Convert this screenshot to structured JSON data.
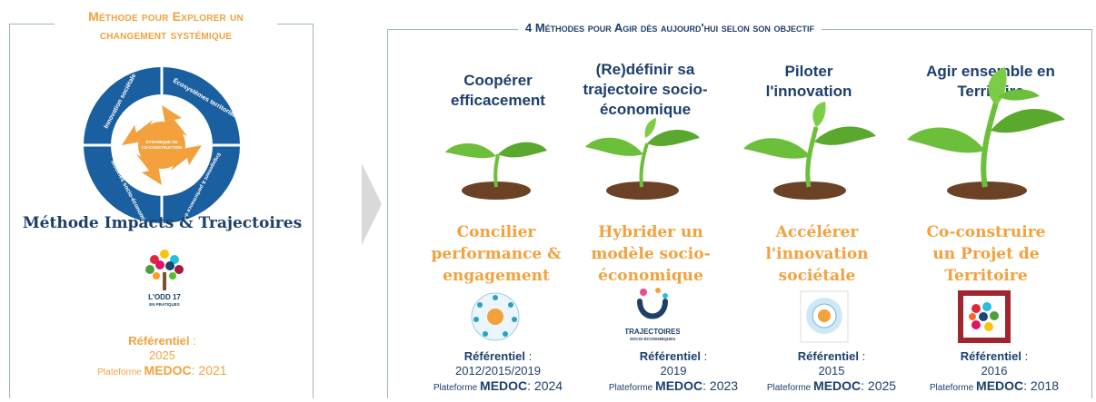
{
  "left_panel": {
    "title_line1": "Méthode pour Explorer un",
    "title_line2": "changement systémique",
    "wheel": {
      "center_line1": "DYNAMIQUE DE",
      "center_line2": "CO-CONSTRUCTION",
      "segments": [
        "Innovation sociétale",
        "Écosystèmes territoriaux",
        "Engagement & performance des organisations",
        "Modèles socio-économiques hybrides"
      ]
    },
    "method_name": "Méthode Impacts & Trajectoires",
    "logo_text_line1": "L'ODD 17",
    "logo_text_line2": "EN PRATIQUES",
    "ref_label": "Référentiel",
    "ref_year": "2025",
    "platform_prefix": "Plateforme",
    "platform_name": "MEDOC",
    "platform_year": ": 2021"
  },
  "right_panel": {
    "title": "4 Méthodes pour Agir dès aujourd'hui selon son objectif",
    "columns": [
      {
        "title": "Coopérer efficacement",
        "subtitle": "Concilier performance & engagement",
        "ref_label": "Référentiel",
        "ref_years": "2012/2015/2019",
        "platform_prefix": "Plateforme",
        "platform_name": "MEDOC",
        "platform_year": ": 2024"
      },
      {
        "title": "(Re)définir sa trajectoire socio-économique",
        "subtitle": "Hybrider un modèle socio-économique",
        "logo_text_line1": "TRAJECTOIRES",
        "logo_text_line2": "SOCIO-ÉCONOMIQUES",
        "ref_label": "Référentiel",
        "ref_years": "2019",
        "platform_prefix": "Plateforme",
        "platform_name": "MEDOC",
        "platform_year": ": 2023"
      },
      {
        "title": "Piloter l'innovation",
        "subtitle": "Accélérer l'innovation sociétale",
        "ref_label": "Référentiel",
        "ref_years": "2015",
        "platform_prefix": "Plateforme",
        "platform_name": "MEDOC",
        "platform_year": ": 2025"
      },
      {
        "title": "Agir ensemble en Territoire",
        "subtitle": "Co-construire un Projet de Territoire",
        "ref_label": "Référentiel",
        "ref_years": "2016",
        "platform_prefix": "Plateforme",
        "platform_name": "MEDOC",
        "platform_year": ": 2018"
      }
    ]
  },
  "colors": {
    "accent_orange": "#f2a13c",
    "navy": "#1d3f6d",
    "wheel_blue": "#1a5fa0",
    "leaf_green": "#6cbf3a",
    "border": "#9fb6bd"
  }
}
